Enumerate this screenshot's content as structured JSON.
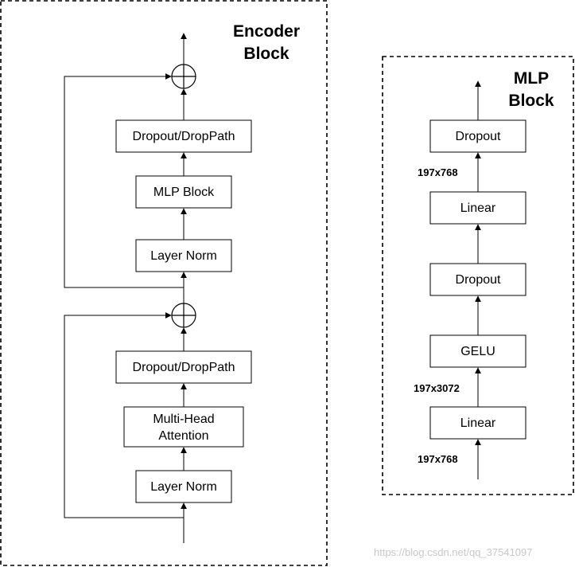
{
  "encoder": {
    "title_line1": "Encoder",
    "title_line2": "Block",
    "nodes": {
      "dropout_top": "Dropout/DropPath",
      "mlp_block": "MLP Block",
      "layer_norm_top": "Layer Norm",
      "dropout_bottom": "Dropout/DropPath",
      "mha_line1": "Multi-Head",
      "mha_line2": "Attention",
      "layer_norm_bottom": "Layer Norm"
    }
  },
  "mlp": {
    "title_line1": "MLP",
    "title_line2": "Block",
    "nodes": {
      "dropout_top": "Dropout",
      "linear_top": "Linear",
      "dropout_mid": "Dropout",
      "gelu": "GELU",
      "linear_bottom": "Linear"
    },
    "dims": {
      "top": "197x768",
      "mid": "197x3072",
      "bottom": "197x768"
    }
  },
  "watermark": "https://blog.csdn.net/qq_37541097"
}
